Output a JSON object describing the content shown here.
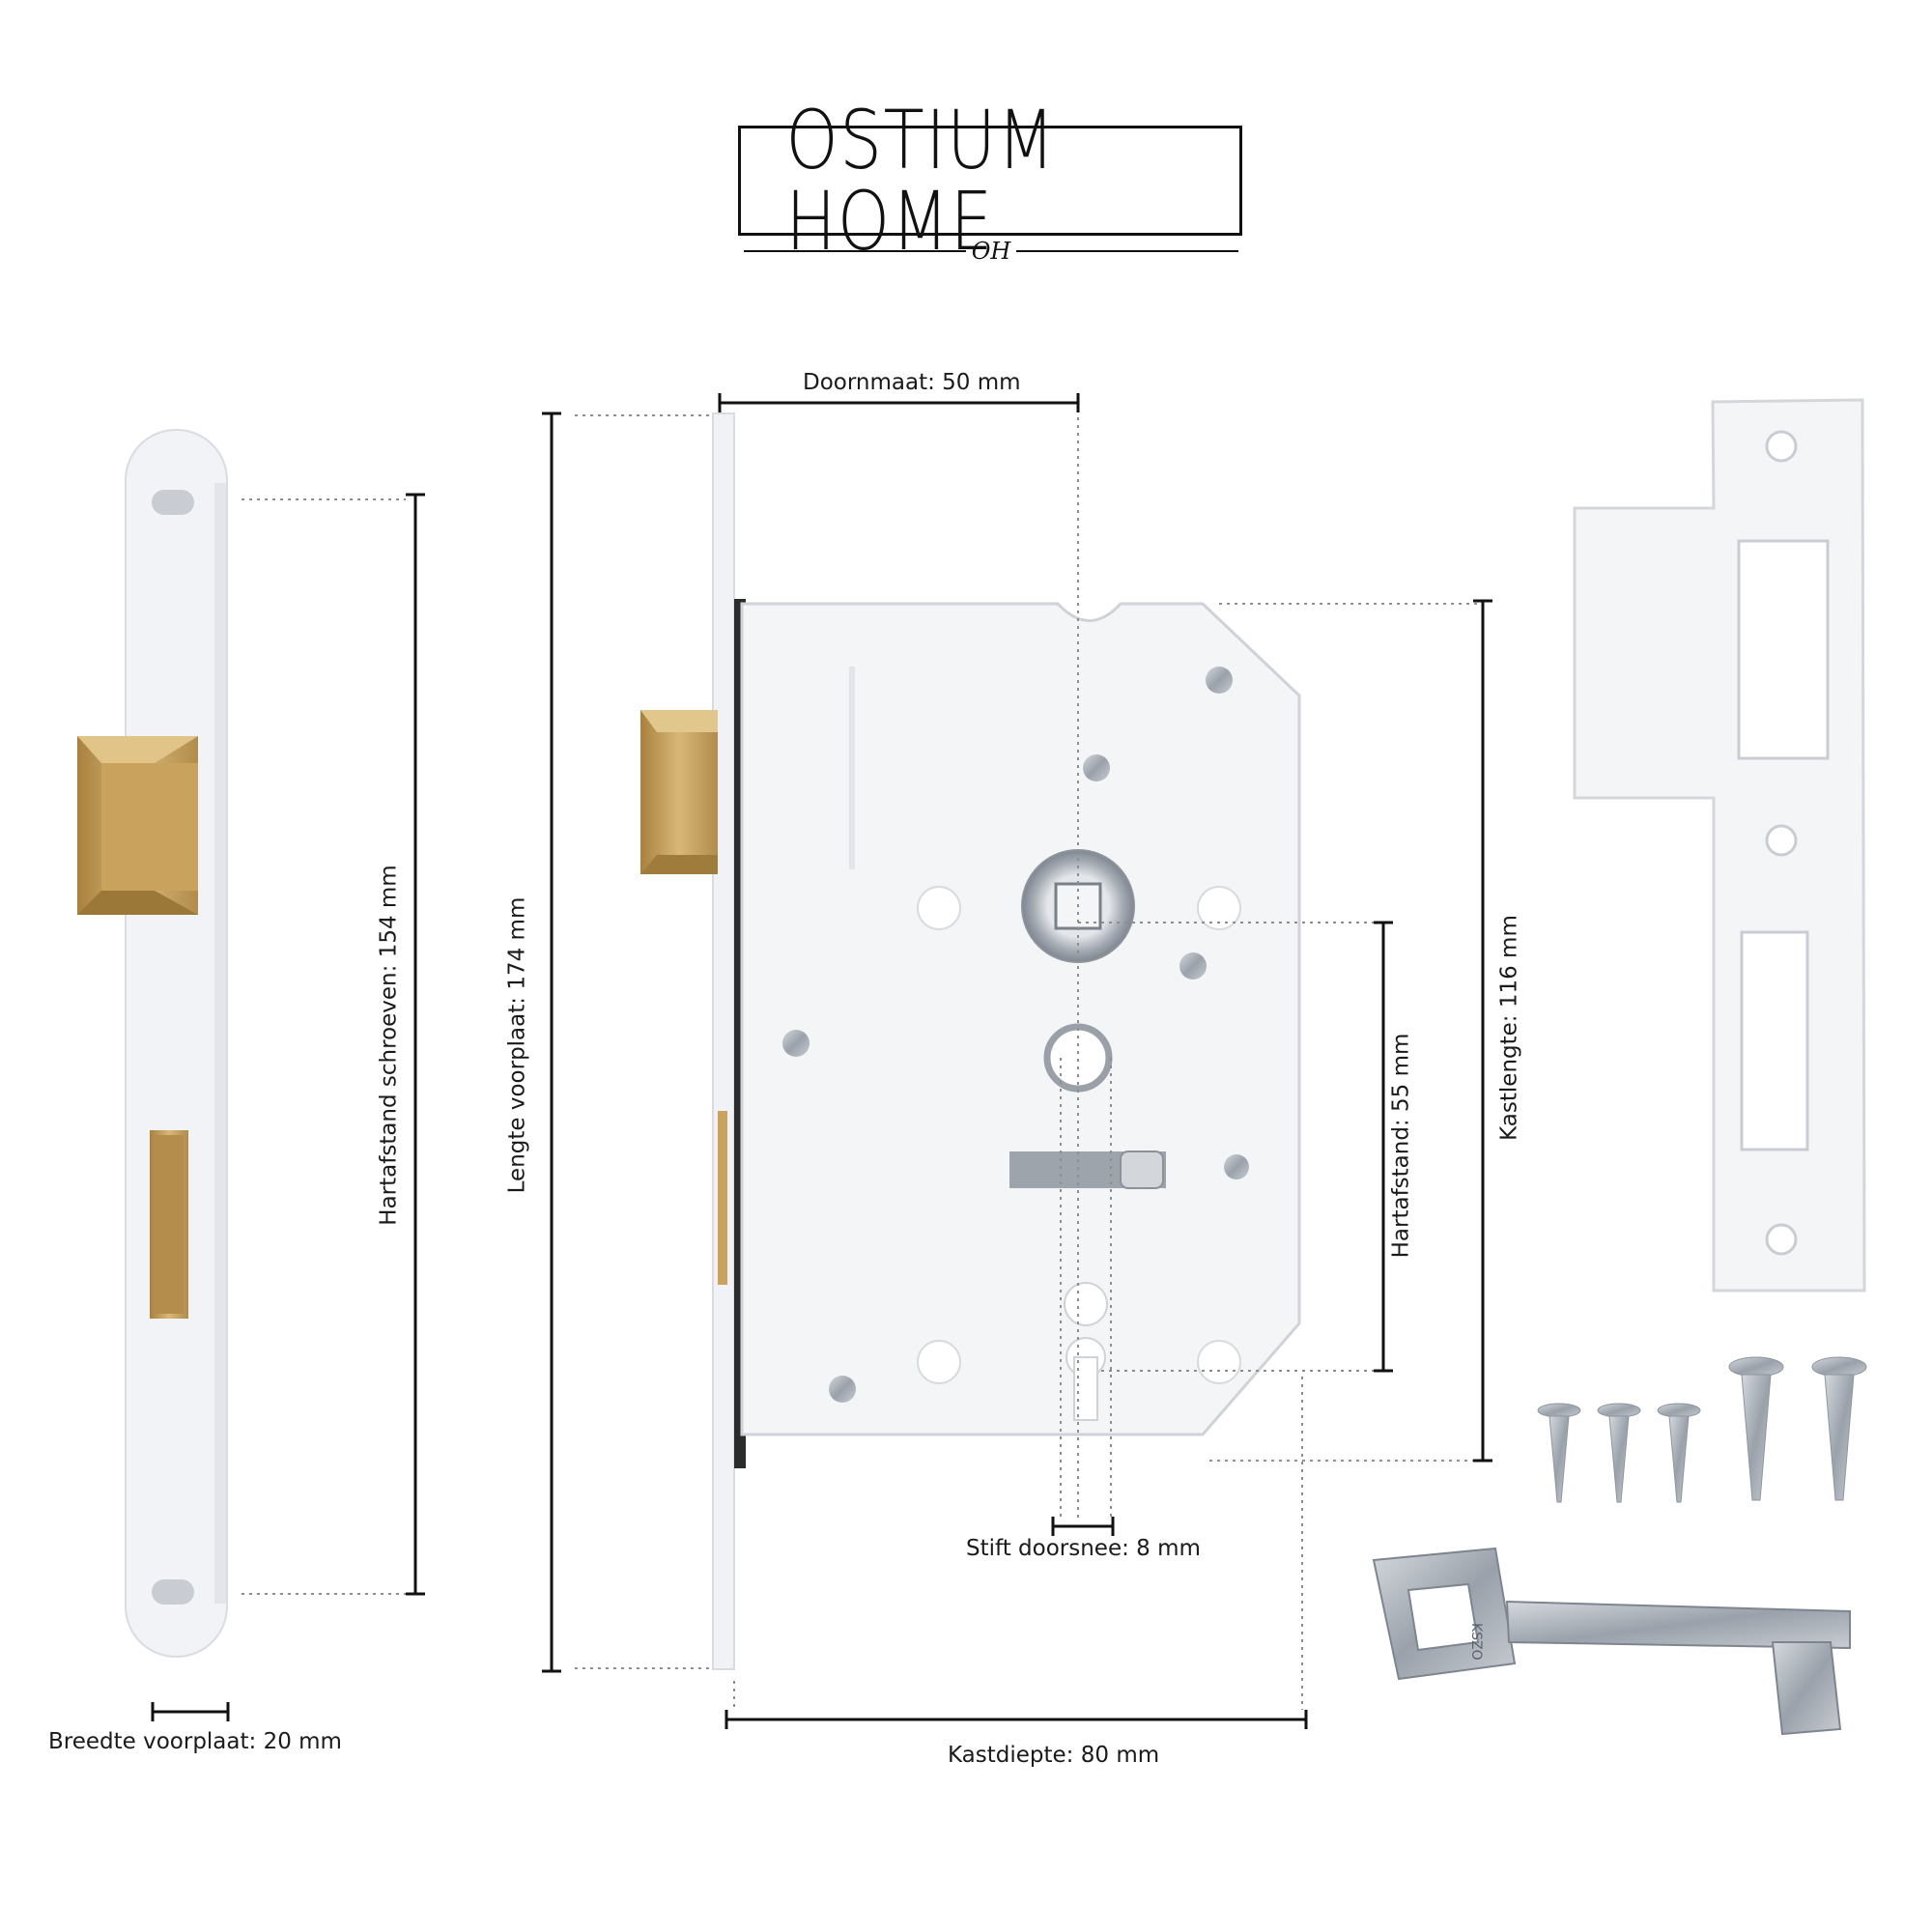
{
  "brand": {
    "name": "OSTIUM HOME",
    "monogram": "OH"
  },
  "dimensions": {
    "doornmaat": "Doornmaat: 50 mm",
    "hartafstand_schroeven": "Hartafstand schroeven: 154 mm",
    "lengte_voorplaat": "Lengte voorplaat: 174 mm",
    "hartafstand": "Hartafstand: 55 mm",
    "kastlengte": "Kastlengte: 116 mm",
    "stift_doorsnee": "Stift doorsnee: 8 mm",
    "breedte_voorplaat": "Breedte voorplaat: 20 mm",
    "kastdiepte": "Kastdiepte: 80 mm"
  },
  "key": {
    "engraving": "KSZO"
  },
  "colors": {
    "finish": "#f4f5f7",
    "brass": "#c9a35e",
    "steel": "#b7bcc4",
    "ink": "#111111"
  }
}
